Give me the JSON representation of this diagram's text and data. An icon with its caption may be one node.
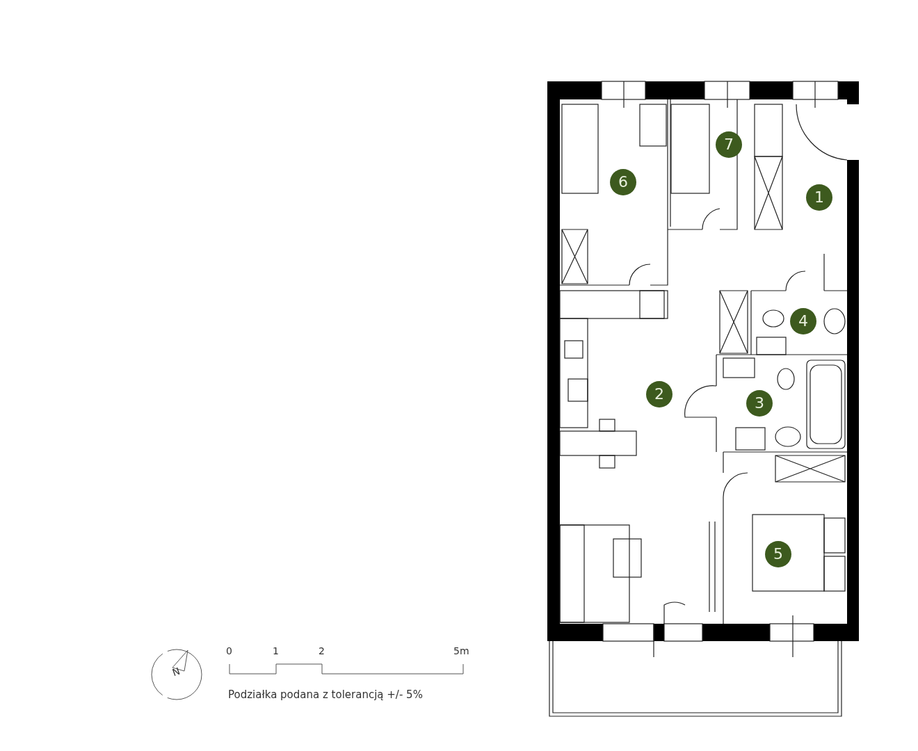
{
  "diagram": {
    "nodes": [
      {
        "text": [
          "7"
        ]
      },
      {
        "text": [
          "6"
        ]
      },
      {
        "text": [
          "1"
        ]
      },
      {
        "text": [
          "4"
        ]
      },
      {
        "text": [
          "2"
        ]
      },
      {
        "text": [
          "3"
        ]
      },
      {
        "text": [
          "5"
        ]
      }
    ],
    "labels": [
      "N",
      "0",
      "1",
      "2",
      "5m",
      "Podziałka podana z tolerancją +/- 5%"
    ]
  }
}
